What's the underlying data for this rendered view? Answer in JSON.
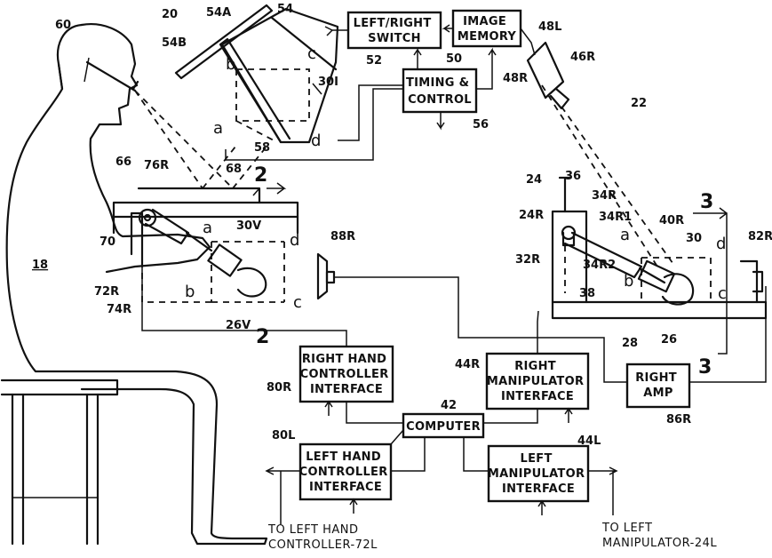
{
  "blocks": {
    "left_right_switch": [
      "LEFT/RIGHT",
      "SWITCH"
    ],
    "image_memory": [
      "IMAGE",
      "MEMORY"
    ],
    "timing_control": [
      "TIMING &",
      "CONTROL"
    ],
    "right_hand_controller_interface": [
      "RIGHT HAND",
      "CONTROLLER",
      "INTERFACE"
    ],
    "left_hand_controller_interface": [
      "LEFT HAND",
      "CONTROLLER",
      "INTERFACE"
    ],
    "right_manipulator_interface": [
      "RIGHT",
      "MANIPULATOR",
      "INTERFACE"
    ],
    "left_manipulator_interface": [
      "LEFT",
      "MANIPULATOR",
      "INTERFACE"
    ],
    "computer": [
      "COMPUTER"
    ],
    "right_amp": [
      "RIGHT",
      "AMP"
    ]
  },
  "notes": {
    "to_left_hand_controller": [
      "TO LEFT HAND",
      "CONTROLLER-72L"
    ],
    "to_left_manipulator": [
      "TO LEFT",
      "MANIPULATOR-24L"
    ]
  },
  "ref_numerals": {
    "r60": "60",
    "r20": "20",
    "r54A": "54A",
    "r54": "54",
    "r54B": "54B",
    "r52": "52",
    "r50": "50",
    "r48L": "48L",
    "r48R": "48R",
    "r46R": "46R",
    "r30I": "30I",
    "r56": "56",
    "r58": "58",
    "r22": "22",
    "r66": "66",
    "r76R": "76R",
    "r68": "68",
    "r2a": "2",
    "r2b": "2",
    "r30V": "30V",
    "r88R": "88R",
    "r70": "70",
    "r18": "18",
    "r72R": "72R",
    "r74R": "74R",
    "r26V": "26V",
    "r24": "24",
    "r36": "36",
    "r34R": "34R",
    "r24R": "24R",
    "r34R1": "34R1",
    "r40R": "40R",
    "r30": "30",
    "r32R": "32R",
    "r34R2": "34R2",
    "r38": "38",
    "r82R": "82R",
    "r28": "28",
    "r26": "26",
    "r3a": "3",
    "r3b": "3",
    "r80R": "80R",
    "r44R": "44R",
    "r42": "42",
    "r86R": "86R",
    "r80L": "80L",
    "r44L": "44L"
  },
  "corners": {
    "a": "a",
    "b": "b",
    "c": "c",
    "d": "d"
  }
}
